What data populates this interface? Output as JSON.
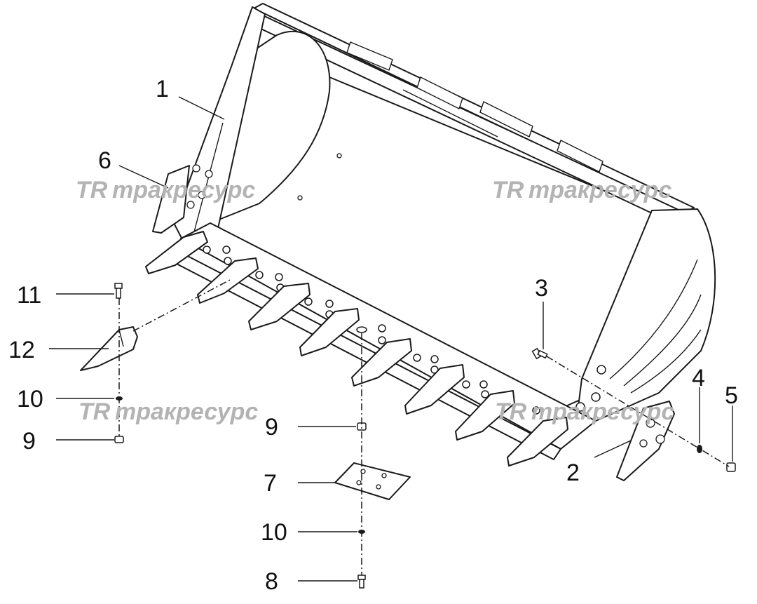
{
  "diagram": {
    "callouts": [
      {
        "id": "c1",
        "label": "1"
      },
      {
        "id": "c2",
        "label": "2"
      },
      {
        "id": "c3",
        "label": "3"
      },
      {
        "id": "c4",
        "label": "4"
      },
      {
        "id": "c5",
        "label": "5"
      },
      {
        "id": "c6",
        "label": "6"
      },
      {
        "id": "c7",
        "label": "7"
      },
      {
        "id": "c8",
        "label": "8"
      },
      {
        "id": "c9a",
        "label": "9"
      },
      {
        "id": "c9b",
        "label": "9"
      },
      {
        "id": "c10a",
        "label": "10"
      },
      {
        "id": "c10b",
        "label": "10"
      },
      {
        "id": "c11",
        "label": "11"
      },
      {
        "id": "c12",
        "label": "12"
      }
    ],
    "watermark": {
      "logo": "TR",
      "text": "тракресурс",
      "color": "#b3b3b3"
    },
    "line_color": "#1a1a1a",
    "background": "#ffffff"
  }
}
